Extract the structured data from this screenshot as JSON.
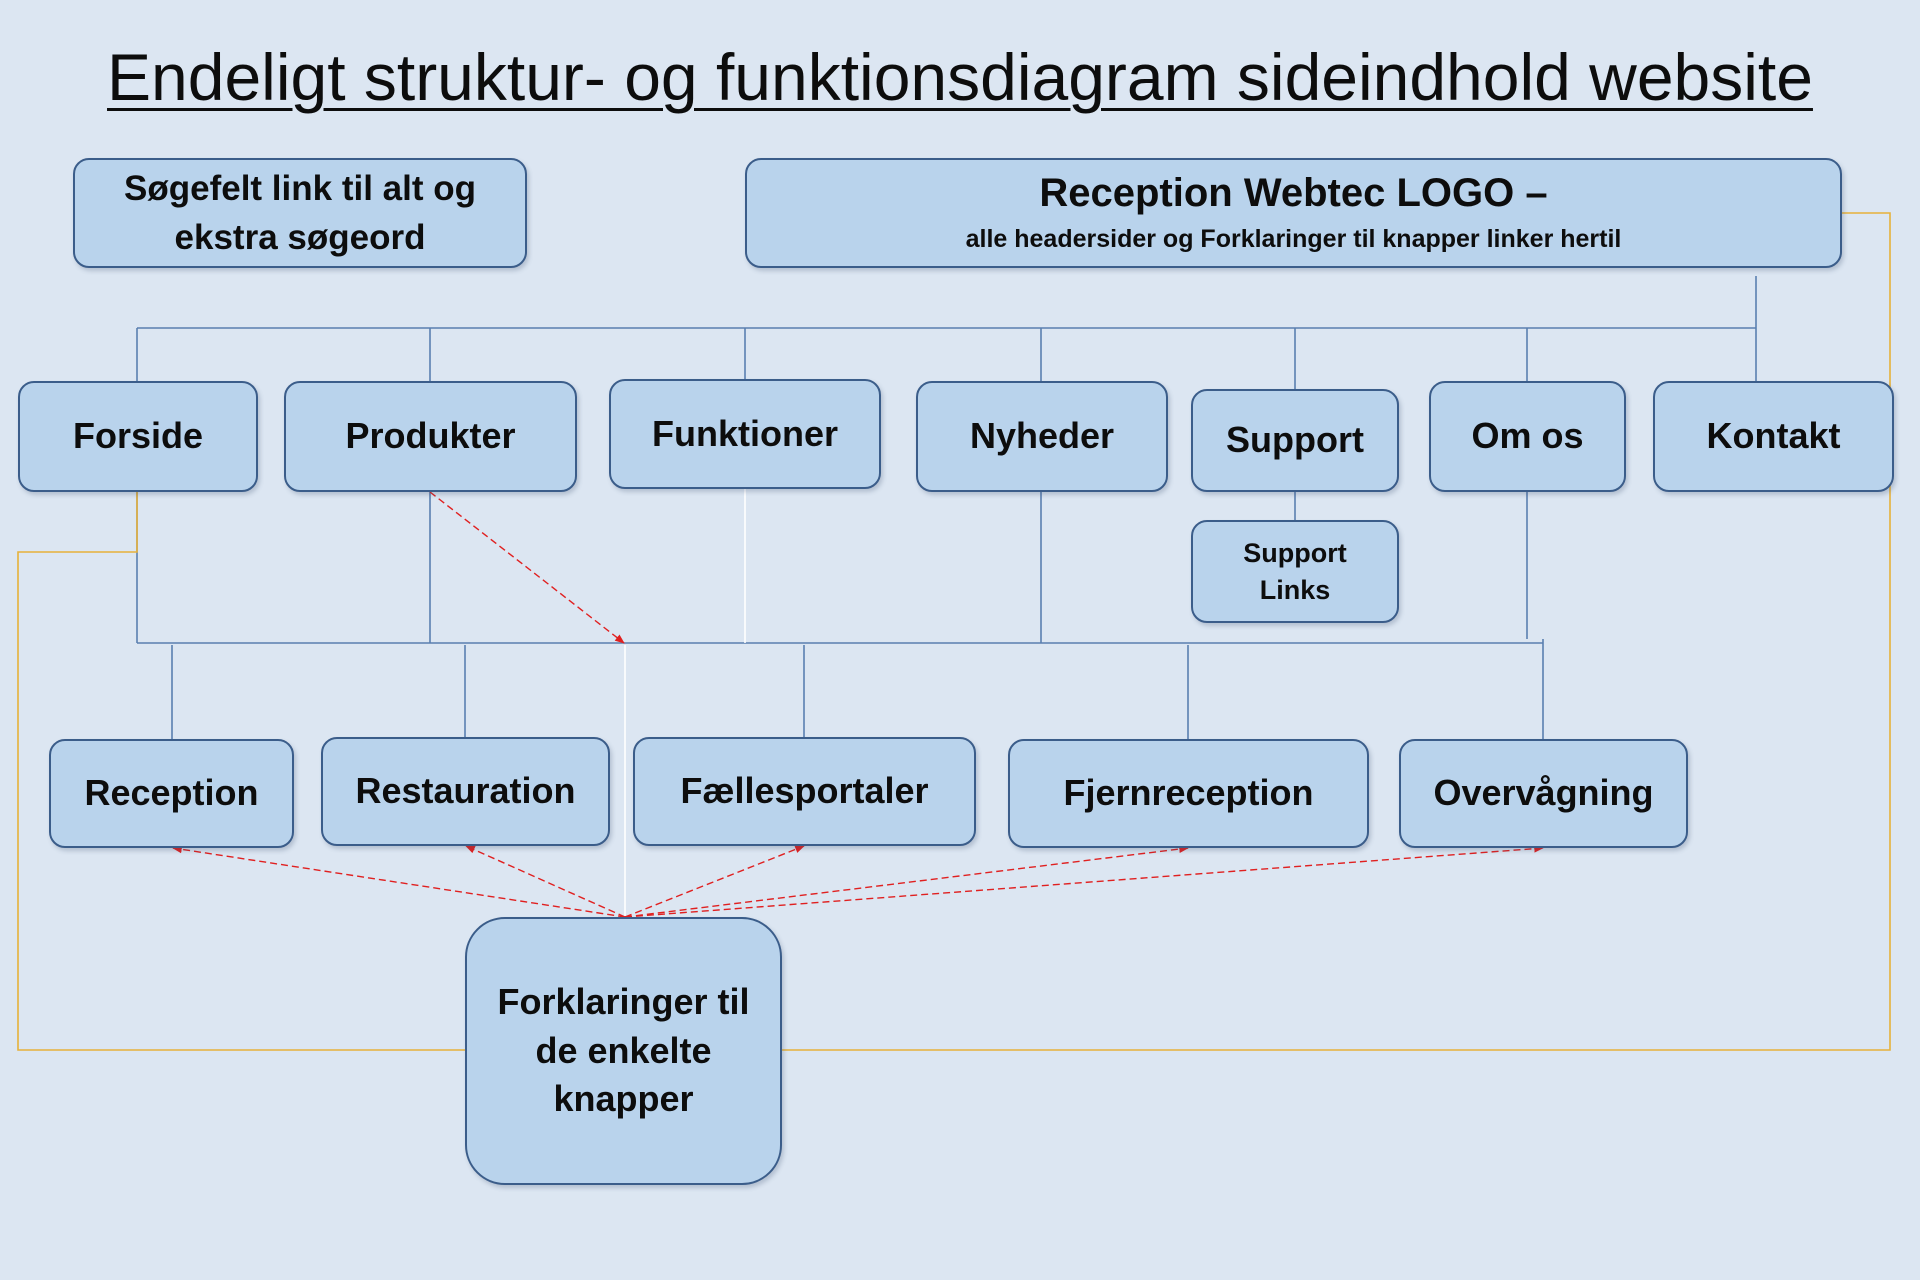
{
  "title": "Endeligt struktur- og funktionsdiagram sideindhold website",
  "colors": {
    "background": "#dce6f2",
    "box_fill": "#b9d3ec",
    "box_border": "#3b5d8a",
    "tree_line": "#5a7fb0",
    "arrow_red": "#e02020",
    "link_orange": "#e7b13a"
  },
  "search_box": {
    "lines": [
      "Søgefelt link til alt og",
      "ekstra søgeord"
    ]
  },
  "logo_box": {
    "title": "Reception Webtec LOGO –",
    "subtitle": "alle headersider og Forklaringer til knapper linker hertil"
  },
  "header_pages": [
    {
      "label": "Forside"
    },
    {
      "label": "Produkter"
    },
    {
      "label": "Funktioner"
    },
    {
      "label": "Nyheder"
    },
    {
      "label": "Support"
    },
    {
      "label": "Om os"
    },
    {
      "label": "Kontakt"
    }
  ],
  "support_links": {
    "lines": [
      "Support",
      "Links"
    ]
  },
  "product_pages": [
    {
      "label": "Reception"
    },
    {
      "label": "Restauration"
    },
    {
      "label": "Fællesportaler"
    },
    {
      "label": "Fjernreception"
    },
    {
      "label": "Overvågning"
    }
  ],
  "explanations_box": {
    "lines": [
      "Forklaringer til",
      "de enkelte",
      "knapper"
    ]
  }
}
